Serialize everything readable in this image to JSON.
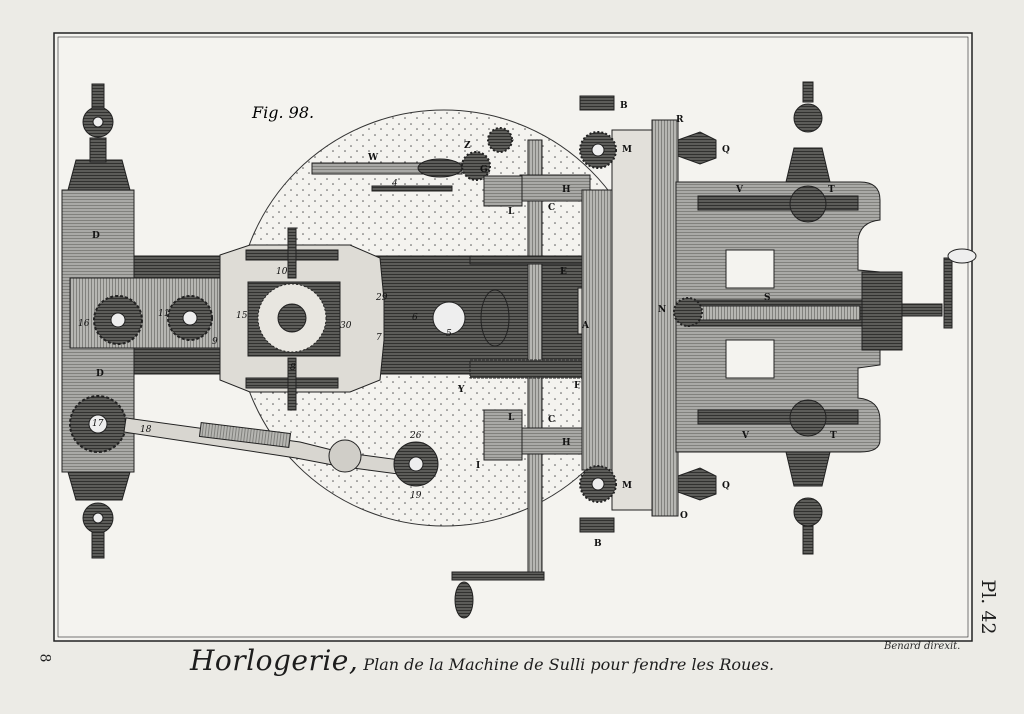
{
  "figure_label": "Fig. 98.",
  "caption": {
    "main": "Horlogerie,",
    "rest": " Plan de la Machine de Sulli pour fendre les Roues."
  },
  "signature": "Benard direxit.",
  "plate_number": "Pl. 42",
  "page_number": "8",
  "part_letters": {
    "d_top": "D",
    "d_bottom": "D",
    "w": "W",
    "z": "Z",
    "b_top": "B",
    "b_bottom": "B",
    "r": "R",
    "q_top": "Q",
    "q_bottom": "Q",
    "m_top": "M",
    "m_bottom": "M",
    "h_top": "H",
    "h_bottom": "H",
    "c_top": "C",
    "c_bottom": "C",
    "l_top": "L",
    "l_bottom": "L",
    "e": "E",
    "a": "A",
    "f": "F",
    "y": "Y",
    "n": "N",
    "o": "O",
    "s": "S",
    "v_top": "V",
    "v_bottom": "V",
    "t_top": "T",
    "t_bottom": "T",
    "g": "G",
    "i": "I"
  },
  "part_numbers": {
    "n4": "4",
    "n5": "5",
    "n6": "6",
    "n7": "7",
    "n8": "8",
    "n9": "9",
    "n10": "10",
    "n11": "11",
    "n15": "15",
    "n16": "16",
    "n17": "17",
    "n18": "18",
    "n19": "19",
    "n26": "26",
    "n29": "29",
    "n30": "30"
  }
}
